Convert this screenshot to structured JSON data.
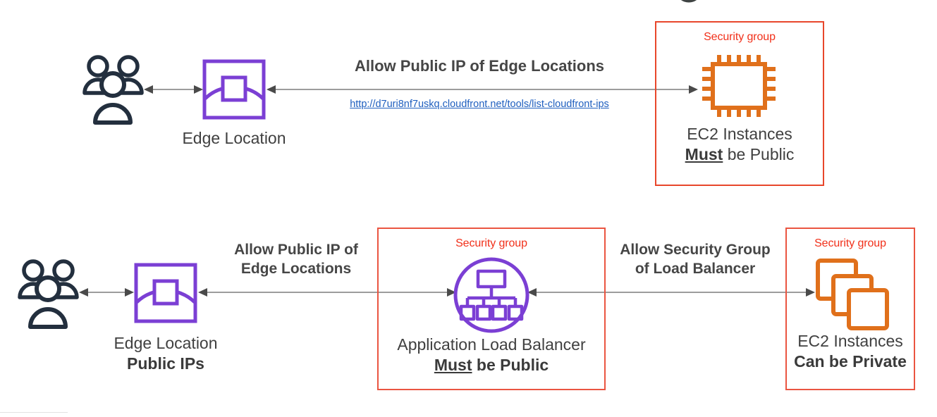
{
  "diagram": {
    "title_clipped_glyph": "g",
    "colors": {
      "purple": "#7B3FD4",
      "orange": "#E0701B",
      "navy": "#232F3E",
      "security_group_red": "#EA5541",
      "security_group_label_red": "#F1301A",
      "arrow_gray": "#7C7C7C",
      "text_gray": "#404040",
      "link_blue": "#1F5FBF"
    },
    "rows": [
      {
        "id": "row-cloudfront-to-ec2",
        "nodes": [
          {
            "id": "users-top",
            "icon": "users-icon",
            "label": ""
          },
          {
            "id": "edge-location-top",
            "icon": "edge-location-icon",
            "label_line1": "Edge Location"
          },
          {
            "id": "ec2-public",
            "icon": "ec2-chip-icon",
            "label_line1": "EC2 Instances",
            "label_bold_underline": "Must",
            "label_rest": " be Public"
          }
        ],
        "security_group_label": "Security group",
        "arrow_label": "Allow Public IP of Edge Locations",
        "arrow_link": "http://d7uri8nf7uskq.cloudfront.net/tools/list-cloudfront-ips"
      },
      {
        "id": "row-cloudfront-alb-ec2",
        "nodes": [
          {
            "id": "users-bottom",
            "icon": "users-icon",
            "label": ""
          },
          {
            "id": "edge-location-bottom",
            "icon": "edge-location-icon",
            "label_line1": "Edge Location",
            "label_line2_bold": "Public IPs"
          },
          {
            "id": "application-load-balancer",
            "icon": "load-balancer-icon",
            "label_line1": "Application Load Balancer",
            "label_bold_underline": "Must",
            "label_rest": " be Public"
          },
          {
            "id": "ec2-private",
            "icon": "ec2-stack-icon",
            "label_line1": "EC2 Instances",
            "label_line2_bold": "Can be Private"
          }
        ],
        "security_group_label_alb": "Security group",
        "security_group_label_ec2": "Security group",
        "arrow_label_left_line1": "Allow Public IP of",
        "arrow_label_left_line2": "Edge Locations",
        "arrow_label_right_line1": "Allow Security Group",
        "arrow_label_right_line2": "of Load Balancer"
      }
    ]
  }
}
